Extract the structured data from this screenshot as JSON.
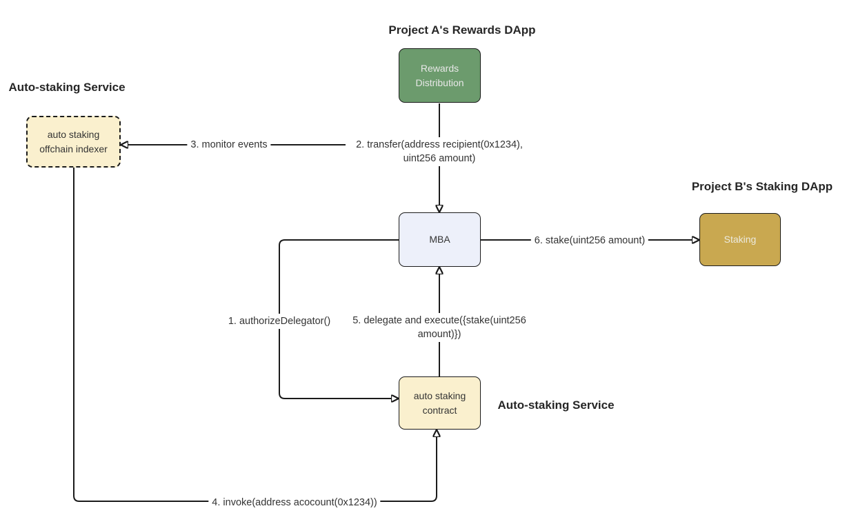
{
  "diagram": {
    "type": "flowchart",
    "titles": {
      "project_a": "Project A's Rewards DApp",
      "auto_staking_service_left": "Auto-staking Service",
      "project_b": "Project B's Staking DApp",
      "auto_staking_service_bottom": "Auto-staking Service"
    },
    "nodes": {
      "rewards_distribution": {
        "label": "Rewards Distribution",
        "fill": "#6c9b6d",
        "text_color": "#e8e8e8",
        "border": "solid"
      },
      "offchain_indexer": {
        "label": "auto staking offchain indexer",
        "fill": "#faf0ce",
        "text_color": "#333333",
        "border": "dashed"
      },
      "mba": {
        "label": "MBA",
        "fill": "#edf0fa",
        "text_color": "#333333",
        "border": "solid"
      },
      "staking": {
        "label": "Staking",
        "fill": "#c9a850",
        "text_color": "#eceadf",
        "border": "solid"
      },
      "auto_staking_contract": {
        "label": "auto staking contract",
        "fill": "#faf0ce",
        "text_color": "#333333",
        "border": "solid"
      }
    },
    "edges": {
      "authorize": {
        "label": "1. authorizeDelegator()",
        "from": "mba",
        "to": "auto_staking_contract"
      },
      "transfer": {
        "label": "2. transfer(address recipient(0x1234), uint256 amount)",
        "from": "rewards_distribution",
        "to": "mba"
      },
      "monitor": {
        "label": "3. monitor events",
        "from": "transfer_edge",
        "to": "offchain_indexer"
      },
      "invoke": {
        "label": "4. invoke(address acocount(0x1234))",
        "from": "offchain_indexer",
        "to": "auto_staking_contract"
      },
      "delegate": {
        "label": "5. delegate and execute({stake(uint256 amount)})",
        "from": "auto_staking_contract",
        "to": "mba"
      },
      "stake": {
        "label": "6. stake(uint256 amount)",
        "from": "mba",
        "to": "staking"
      }
    },
    "colors": {
      "background": "#ffffff",
      "line": "#1a1a1a",
      "title_text": "#262626",
      "edge_label_text": "#333333",
      "green_node": "#6c9b6d",
      "yellow_node": "#faf0ce",
      "blue_node": "#edf0fa",
      "gold_node": "#c9a850"
    }
  }
}
